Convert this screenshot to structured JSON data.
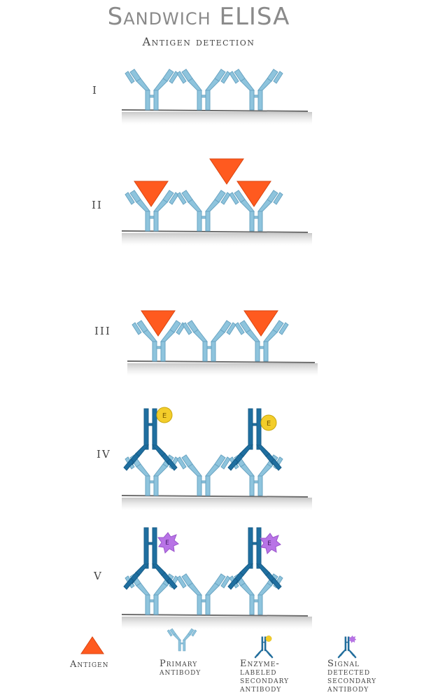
{
  "title": "Sandwich ELISA",
  "subtitle": "Antigen detection",
  "steps": [
    "I",
    "II",
    "III",
    "IV",
    "V"
  ],
  "enzyme_letter": "E",
  "legend": {
    "antigen": [
      "Antigen"
    ],
    "primary": [
      "Primary",
      "antibody"
    ],
    "enzyme": [
      "Enzyme-",
      "labeled",
      "secondary",
      "antibody"
    ],
    "signal": [
      "Signal",
      "detected",
      "secondary",
      "antibody"
    ]
  },
  "colors": {
    "primary_antibody": "#8ec4dd",
    "secondary_antibody": "#1f6fa0",
    "antigen": "#ff5a1f",
    "enzyme": "#f3cd2a",
    "signal": "#b873e6",
    "surface": "#6e6e6e"
  }
}
